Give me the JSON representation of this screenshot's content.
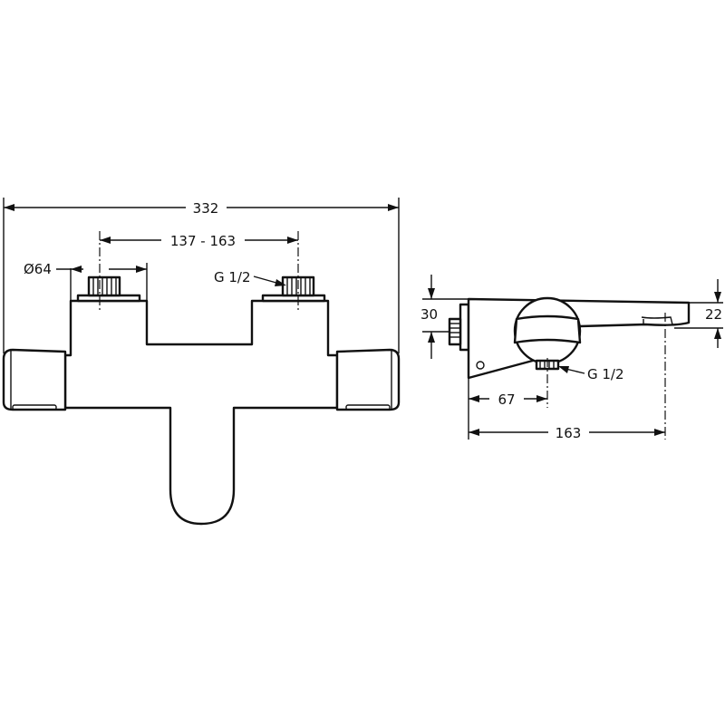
{
  "front_view": {
    "overall_width": "332",
    "connection_spacing": "137 - 163",
    "diameter": "Ø64",
    "thread_left": "G 1/2"
  },
  "side_view": {
    "height_30": "30",
    "height_22": "22",
    "thread_bottom": "G 1/2",
    "depth_67": "67",
    "depth_163": "163"
  },
  "colors": {
    "line": "#111111",
    "background": "#ffffff"
  }
}
